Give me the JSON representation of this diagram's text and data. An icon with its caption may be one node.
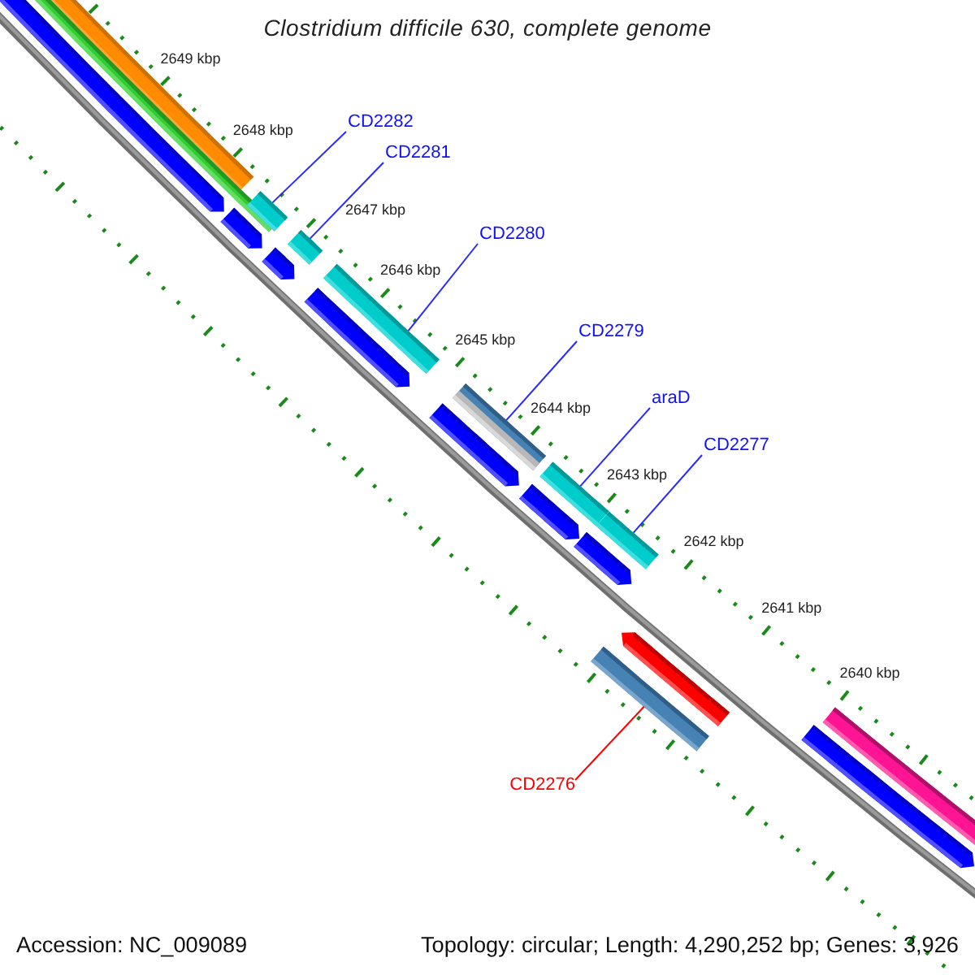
{
  "diagram": {
    "title": "Clostridium difficile 630, complete genome",
    "nodes": [
      {
        "text": [
          "CD2282"
        ]
      },
      {
        "text": [],
        "shape": "bar"
      },
      {
        "text": [
          "CD2281"
        ]
      },
      {
        "text": [],
        "shape": "bar"
      },
      {
        "text": [
          "CD2280"
        ]
      },
      {
        "text": [],
        "shape": "bar"
      },
      {
        "text": [
          "CD2279"
        ]
      },
      {
        "text": [],
        "shape": "bar"
      },
      {
        "text": [
          "araD"
        ]
      },
      {
        "text": [],
        "shape": "bar"
      },
      {
        "text": [
          "CD2277"
        ]
      },
      {
        "text": [],
        "shape": "bar"
      },
      {
        "text": [
          "CD2276"
        ]
      },
      {
        "text": [],
        "shape": "bar"
      }
    ],
    "edges": [
      {
        "from": 0,
        "to": 1,
        "arrow": "none"
      },
      {
        "from": 2,
        "to": 3,
        "arrow": "none"
      },
      {
        "from": 4,
        "to": 5,
        "arrow": "none"
      },
      {
        "from": 6,
        "to": 7,
        "arrow": "none"
      },
      {
        "from": 8,
        "to": 9,
        "arrow": "none"
      },
      {
        "from": 10,
        "to": 11,
        "arrow": "none"
      },
      {
        "from": 12,
        "to": 13,
        "arrow": "none",
        "color": "#ff0000"
      }
    ],
    "labels": [
      "2649 kbp",
      "2648 kbp",
      "2647 kbp",
      "2646 kbp",
      "2645 kbp",
      "2644 kbp",
      "2643 kbp",
      "2642 kbp",
      "2641 kbp",
      "2640 kbp",
      "Accession: NC_009089",
      "Topology: circular; Length: 4,290,252 bp; Genes: 3,926"
    ]
  }
}
